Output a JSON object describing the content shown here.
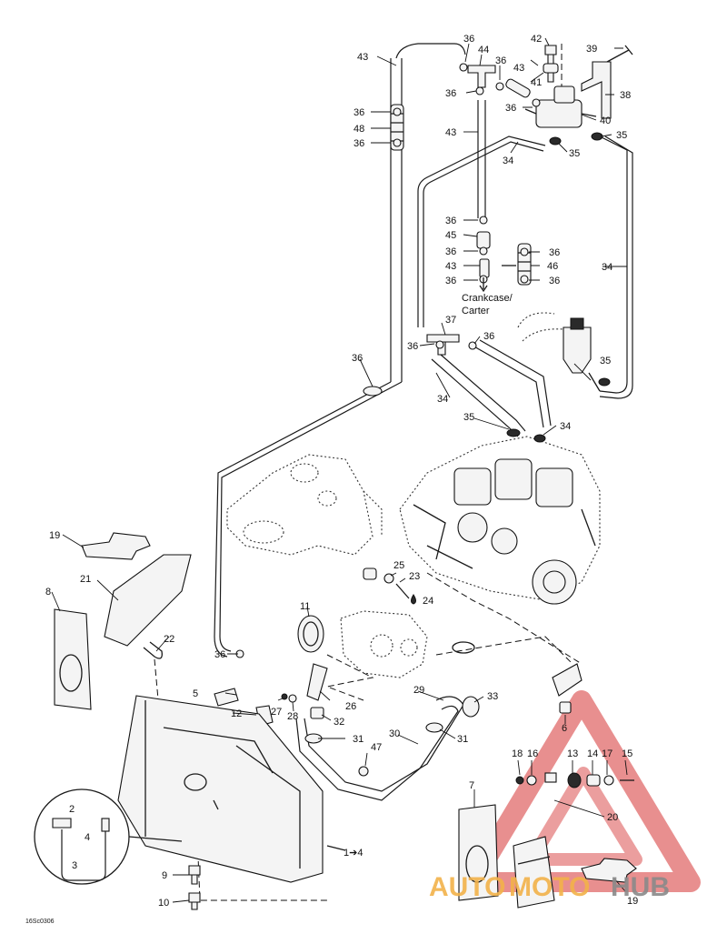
{
  "callouts": {
    "n1to4": "1➔4",
    "n2": "2",
    "n3": "3",
    "n4": "4",
    "n5": "5",
    "n6": "6",
    "n7": "7",
    "n8": "8",
    "n9": "9",
    "n10": "10",
    "n11": "11",
    "n12": "12",
    "n13": "13",
    "n14": "14",
    "n15": "15",
    "n16": "16",
    "n17": "17",
    "n18": "18",
    "n19": "19",
    "n20": "20",
    "n21": "21",
    "n22": "22",
    "n23": "23",
    "n24": "24",
    "n25": "25",
    "n26": "26",
    "n27": "27",
    "n28": "28",
    "n29": "29",
    "n30": "30",
    "n31": "31",
    "n32": "32",
    "n33": "33",
    "n34": "34",
    "n35": "35",
    "n36": "36",
    "n37": "37",
    "n38": "38",
    "n39": "39",
    "n40": "40",
    "n41": "41",
    "n42": "42",
    "n43": "43",
    "n44": "44",
    "n45": "45",
    "n46": "46",
    "n47": "47",
    "n48": "48"
  },
  "notes": {
    "crankcase": "Crankcase/",
    "carter": "Carter"
  },
  "drawing_code": "16Sc0306",
  "watermark": {
    "text_auto": "AUTO",
    "text_moto": "MOTO",
    "text_hub": "HUB",
    "color_red": "#e06a6a",
    "color_orange": "#f2b24a",
    "color_gray": "#8a8a8a"
  }
}
